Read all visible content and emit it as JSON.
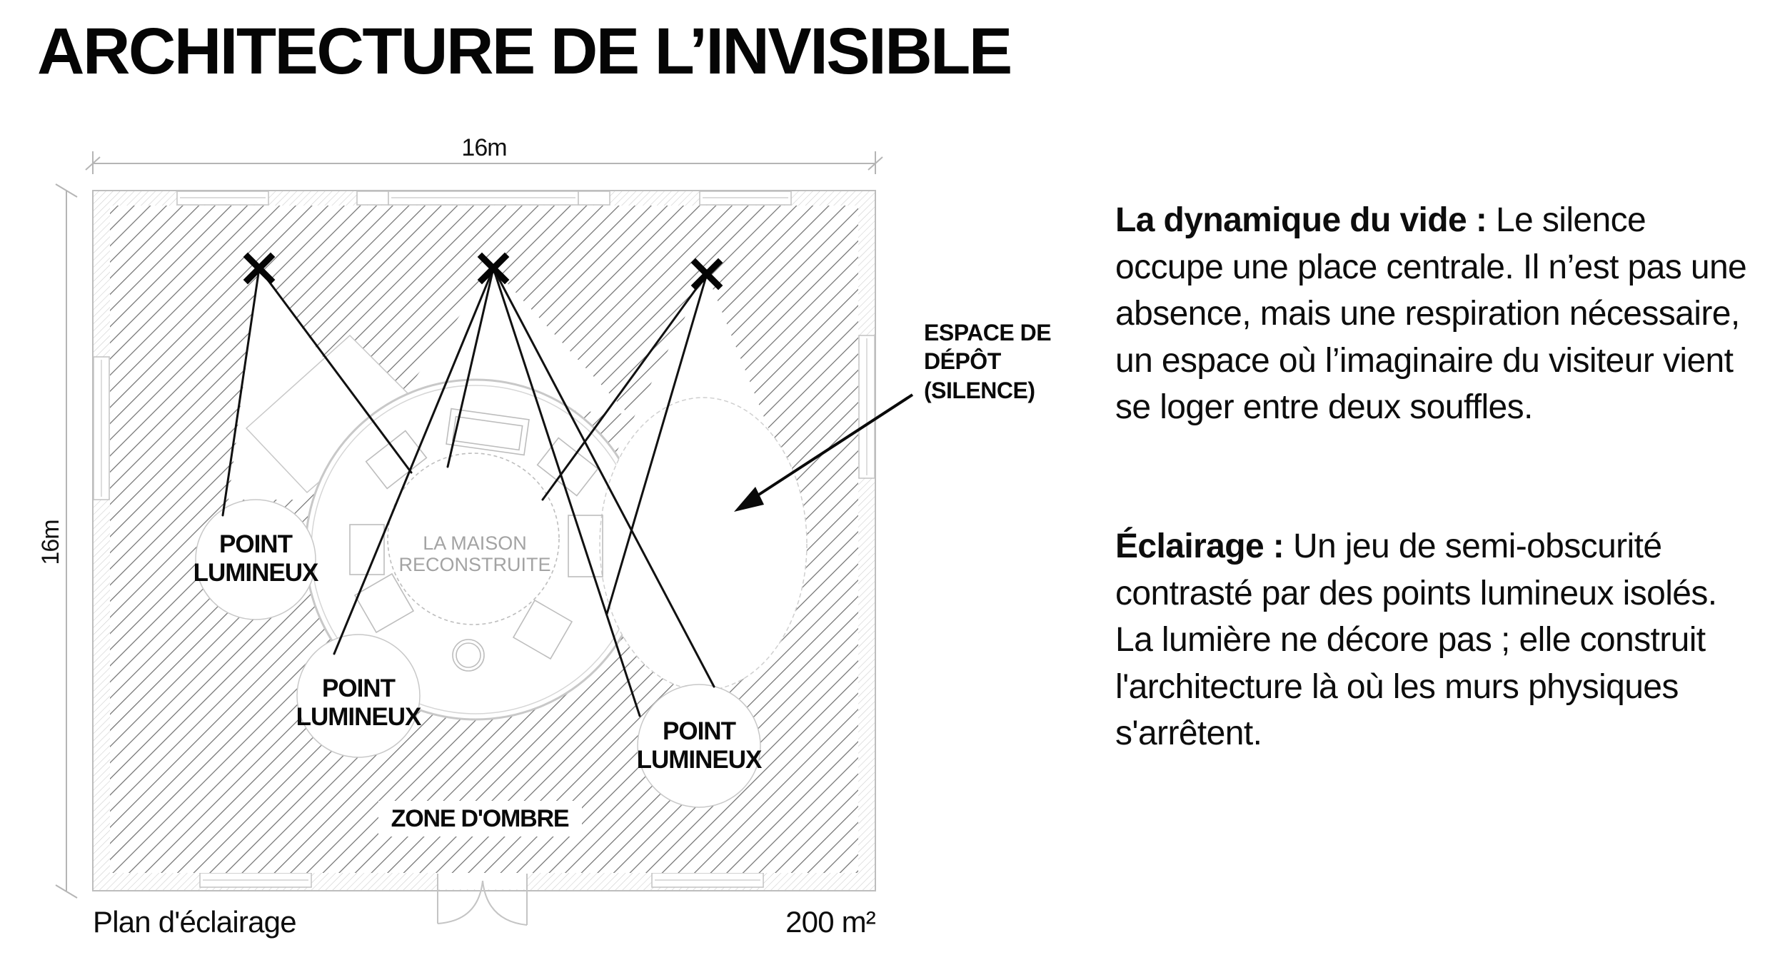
{
  "title": "ARCHITECTURE DE L’INVISIBLE",
  "plan": {
    "dimension_width": "16m",
    "dimension_height": "16m",
    "center_label_line1": "LA MAISON",
    "center_label_line2": "RECONSTRUITE",
    "light_points": [
      {
        "line1": "POINT",
        "line2": "LUMINEUX"
      },
      {
        "line1": "POINT",
        "line2": "LUMINEUX"
      },
      {
        "line1": "POINT",
        "line2": "LUMINEUX"
      }
    ],
    "light_sources": [
      "x-mark-1",
      "x-mark-2",
      "x-mark-3"
    ],
    "deposit_label": [
      "ESPACE DE",
      "DÉPÔT",
      "(SILENCE)"
    ],
    "shadow_zone_label": "ZONE D'OMBRE",
    "caption_left": "Plan d'éclairage",
    "caption_right": "200 m²"
  },
  "description": {
    "paragraph1": {
      "lead": "La dynamique du vide :",
      "body": " Le silence occupe une place centrale. Il n’est pas une absence, mais une respiration nécessaire, un espace où l’imaginaire du visiteur vient se loger entre deux souffles."
    },
    "paragraph2": {
      "lead": "Éclairage :",
      "body": " Un jeu de semi-obscurité contrasté par des points lumineux isolés. La lumière ne décore pas ; elle construit l'architecture là où les murs physiques s'arrêtent."
    }
  },
  "colors": {
    "ink": "#0a0a0a",
    "hatch": "#6e6e6e",
    "wall_hatch": "#c9c9c9",
    "faint_line": "#bdbdbd",
    "center_label": "#a3a3a3"
  }
}
